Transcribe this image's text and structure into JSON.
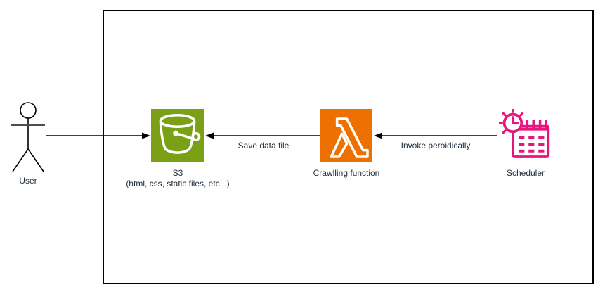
{
  "diagram": {
    "actor": {
      "label": "User"
    },
    "nodes": {
      "s3": {
        "label": "S3",
        "sublabel": "(html, css, static files, etc...)",
        "color": "#7AA116",
        "icon": "s3-bucket-icon"
      },
      "lambda": {
        "label": "Crawlling function",
        "color": "#ED7100",
        "icon": "lambda-icon"
      },
      "scheduler": {
        "label": "Scheduler",
        "color": "#E7157B",
        "icon": "scheduler-calendar-clock-icon"
      }
    },
    "edges": {
      "user_to_s3": {
        "label": ""
      },
      "lambda_to_s3": {
        "label": "Save data file"
      },
      "scheduler_to_lambda": {
        "label": "Invoke peroidically"
      }
    },
    "colors": {
      "line": "#000000",
      "text": "#232F3E",
      "boundary": "#000000",
      "background": "#ffffff"
    }
  }
}
